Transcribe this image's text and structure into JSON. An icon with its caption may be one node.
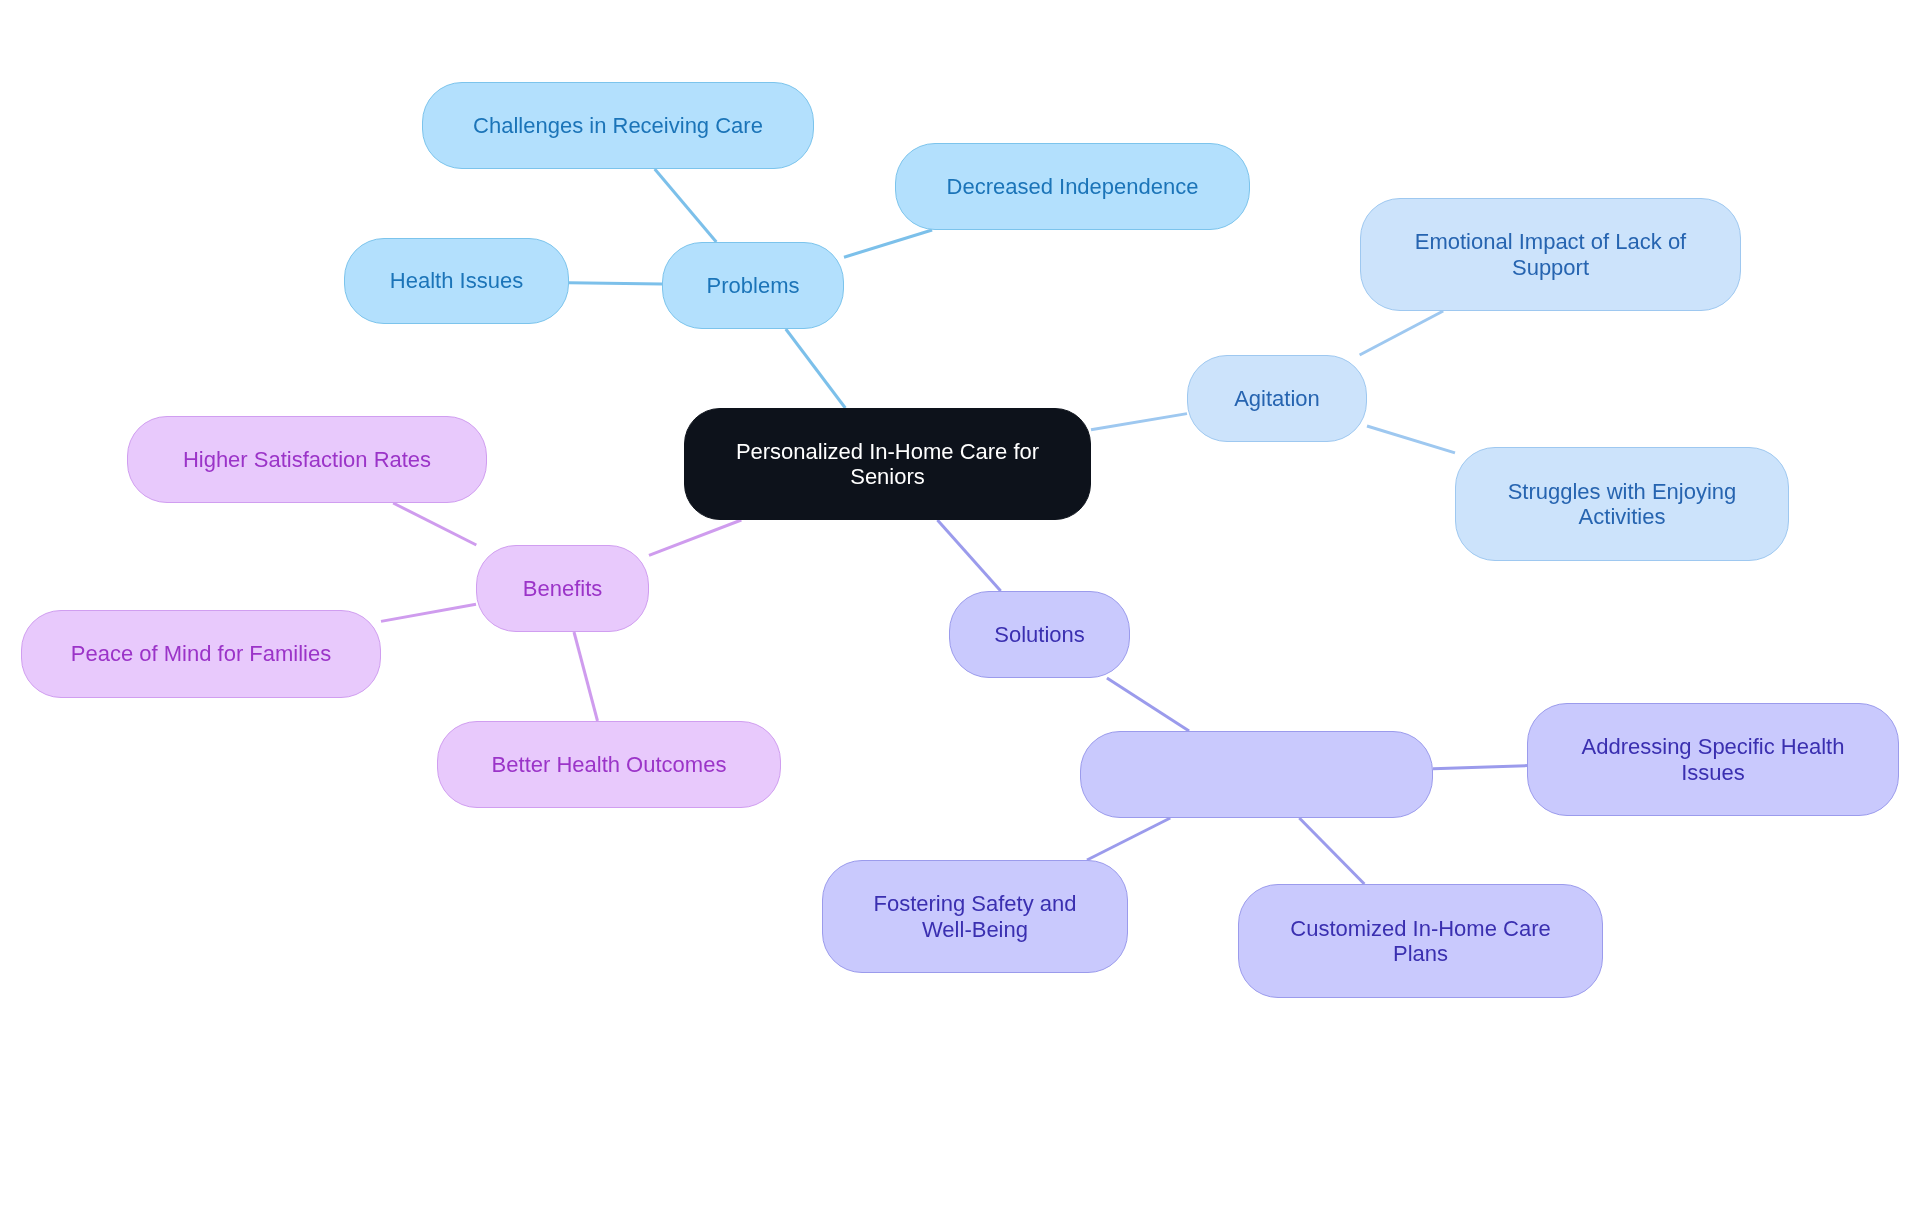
{
  "diagram": {
    "nodes": [
      {
        "text": [
          "Personalized In-Home Care for Seniors"
        ]
      },
      {
        "text": [
          "Problems"
        ]
      },
      {
        "text": [
          "Challenges in Receiving Care"
        ]
      },
      {
        "text": [
          "Decreased Independence"
        ]
      },
      {
        "text": [
          "Health Issues"
        ]
      },
      {
        "text": [
          "Agitation"
        ]
      },
      {
        "text": [
          "Emotional Impact of Lack of Support"
        ]
      },
      {
        "text": [
          "Struggles with Enjoying Activities"
        ]
      },
      {
        "text": [
          "Benefits"
        ]
      },
      {
        "text": [
          "Higher Satisfaction Rates"
        ]
      },
      {
        "text": [
          "Peace of Mind for Families"
        ]
      },
      {
        "text": [
          "Better Health Outcomes"
        ]
      },
      {
        "text": [
          "Solutions"
        ]
      },
      {
        "text": [],
        "shape": "box"
      },
      {
        "text": [
          "Addressing Specific Health Issues"
        ]
      },
      {
        "text": [
          "Fostering Safety and Well-Being"
        ]
      },
      {
        "text": [
          "Customized In-Home Care Plans"
        ]
      }
    ],
    "edges": [
      {
        "from": 0,
        "to": 1,
        "arrow": "none"
      },
      {
        "from": 1,
        "to": 2,
        "arrow": "none"
      },
      {
        "from": 1,
        "to": 3,
        "arrow": "none"
      },
      {
        "from": 1,
        "to": 4,
        "arrow": "none"
      },
      {
        "from": 0,
        "to": 5,
        "arrow": "none"
      },
      {
        "from": 5,
        "to": 6,
        "arrow": "none"
      },
      {
        "from": 5,
        "to": 7,
        "arrow": "none"
      },
      {
        "from": 0,
        "to": 8,
        "arrow": "none"
      },
      {
        "from": 8,
        "to": 9,
        "arrow": "none"
      },
      {
        "from": 8,
        "to": 10,
        "arrow": "none"
      },
      {
        "from": 8,
        "to": 11,
        "arrow": "none"
      },
      {
        "from": 0,
        "to": 12,
        "arrow": "none"
      },
      {
        "from": 12,
        "to": 13,
        "arrow": "none"
      },
      {
        "from": 13,
        "to": 14,
        "arrow": "none"
      },
      {
        "from": 13,
        "to": 15,
        "arrow": "none"
      },
      {
        "from": 13,
        "to": 16,
        "arrow": "none"
      }
    ]
  }
}
